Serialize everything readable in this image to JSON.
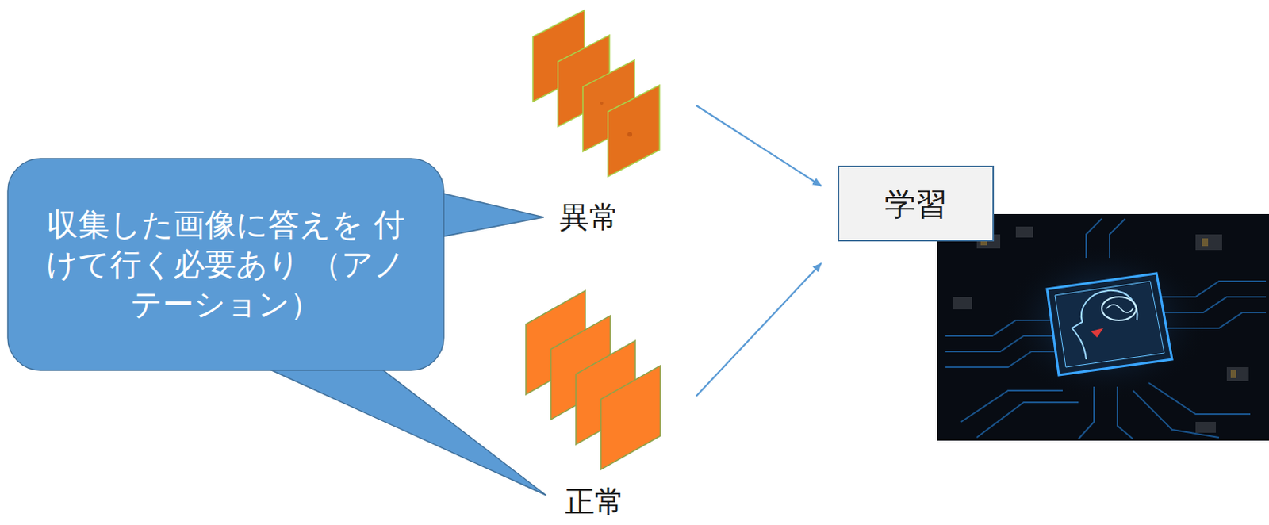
{
  "diagram": {
    "nodes": [
      {
        "text": [
          "収集した画像に答えを 付けて行く必要あり （アノテーション）"
        ]
      },
      {
        "text": [
          "異常"
        ]
      },
      {
        "text": [
          "正常"
        ]
      },
      {
        "text": [
          "学習"
        ]
      }
    ],
    "edges": [
      {
        "from": 1,
        "to": 3,
        "arrow": "to"
      },
      {
        "from": 2,
        "to": 3,
        "arrow": "to"
      }
    ]
  }
}
